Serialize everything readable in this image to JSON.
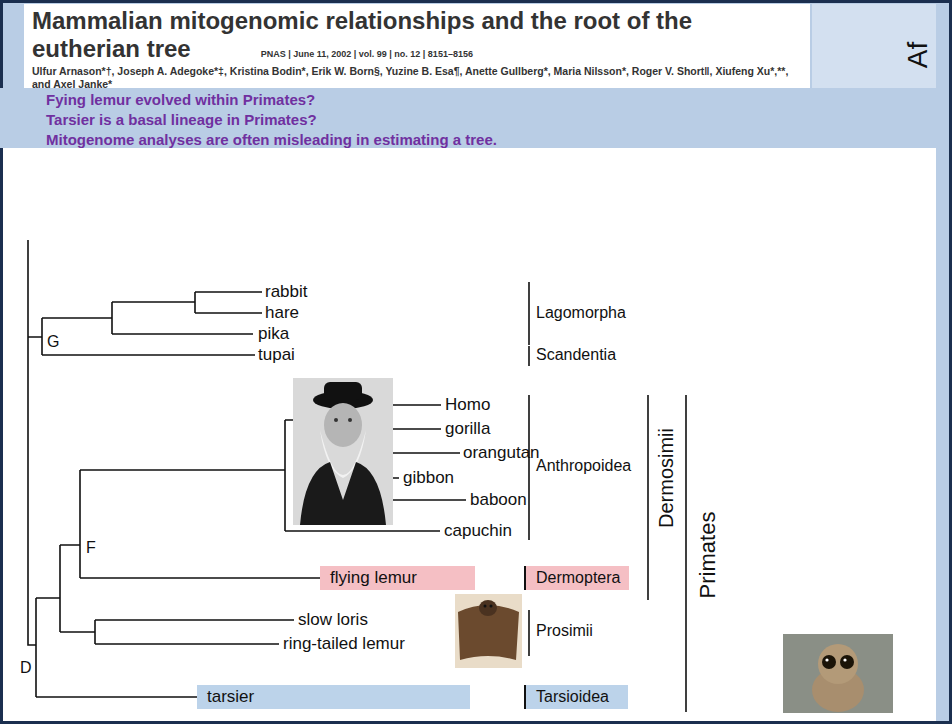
{
  "diagram": {
    "nodes": [
      {
        "text": [
          "Mammalian mitogenomic relationships and the root of the eutherian tree",
          "PNAS | June 11, 2002 | vol. 99 | no. 12 | 8151–8156",
          "Ulfur Arnason*†, Joseph A. Adegoke*‡, Kristina Bodin*, Erik W. Born§, Yuzine B. Esa¶, Anette Gullberg*, Maria Nilsson*, Roger V. Short‖, Xiufeng Xu*,**, and Axel Janke*"
        ]
      },
      {
        "text": [
          "Fying lemur evolved within Primates?",
          "Tarsier is a basal lineage in Primates?",
          "Mitogenome analyses are often misleading in estimating a tree."
        ]
      },
      {
        "text": [
          "flying lemur"
        ]
      },
      {
        "text": [
          "Dermoptera"
        ]
      },
      {
        "text": [
          "tarsier"
        ]
      },
      {
        "text": [
          "Tarsioidea"
        ]
      }
    ],
    "labels": [
      "Af",
      "rabbit",
      "hare",
      "pika",
      "tupai",
      "Lagomorpha",
      "Scandentia",
      "G",
      "Homo",
      "gorilla",
      "orangutan",
      "gibbon",
      "baboon",
      "capuchin",
      "Anthropoidea",
      "Dermosimii",
      "Primates",
      "F",
      "slow loris",
      "ring-tailed lemur",
      "Prosimii",
      "D"
    ]
  }
}
